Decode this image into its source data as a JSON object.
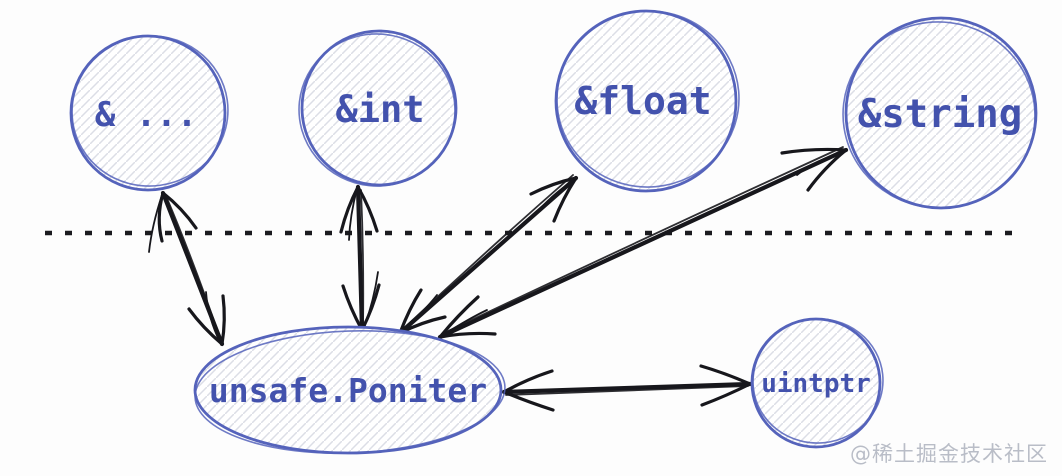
{
  "diagram": {
    "description": "hand-drawn sketch of Go pointer conversion rules",
    "nodes": {
      "any": {
        "label": "& ...",
        "shape": "circle"
      },
      "int": {
        "label": "&int",
        "shape": "circle"
      },
      "float": {
        "label": "&float",
        "shape": "circle"
      },
      "string": {
        "label": "&string",
        "shape": "circle"
      },
      "unsafe_pointer": {
        "label": "unsafe.Poniter",
        "shape": "ellipse"
      },
      "uintptr": {
        "label": "uintptr",
        "shape": "circle"
      }
    },
    "edges": [
      {
        "from": "unsafe_pointer",
        "to": "any",
        "bidirectional": true
      },
      {
        "from": "unsafe_pointer",
        "to": "int",
        "bidirectional": true
      },
      {
        "from": "unsafe_pointer",
        "to": "float",
        "bidirectional": true
      },
      {
        "from": "unsafe_pointer",
        "to": "string",
        "bidirectional": true
      },
      {
        "from": "unsafe_pointer",
        "to": "uintptr",
        "bidirectional": true
      }
    ],
    "separator": {
      "style": "dotted-horizontal-line"
    },
    "colors": {
      "node_stroke": "#5563bb",
      "node_text": "#4352ad",
      "arrow": "#17171c",
      "hatch_fill": "#dcdee6",
      "watermark_text": "#b9bdc7",
      "background": "#fdfdfd"
    },
    "watermark": "@稀土掘金技术社区"
  }
}
